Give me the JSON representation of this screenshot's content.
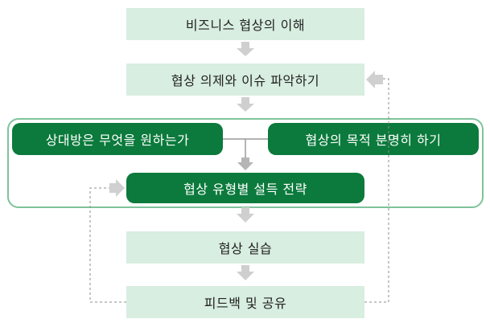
{
  "diagram": {
    "steps": {
      "understand": "비즈니스 협상의 이해",
      "agenda": "협상 의제와 이슈 파악하기",
      "counterpart_wants": "상대방은 무엇을 원하는가",
      "clarify_purpose": "협상의 목적 분명히 하기",
      "strategy": "협상 유형별 설득 전략",
      "practice": "협상 실습",
      "feedback": "피드백 및 공유"
    },
    "colors": {
      "light_box": "#d8eee0",
      "dark_box": "#0b7a3c",
      "frame_border": "#7fc39b",
      "arrow": "#cfcfcf",
      "connector_line": "#9a9a9a",
      "feedback_line": "#8c8c8c"
    }
  }
}
